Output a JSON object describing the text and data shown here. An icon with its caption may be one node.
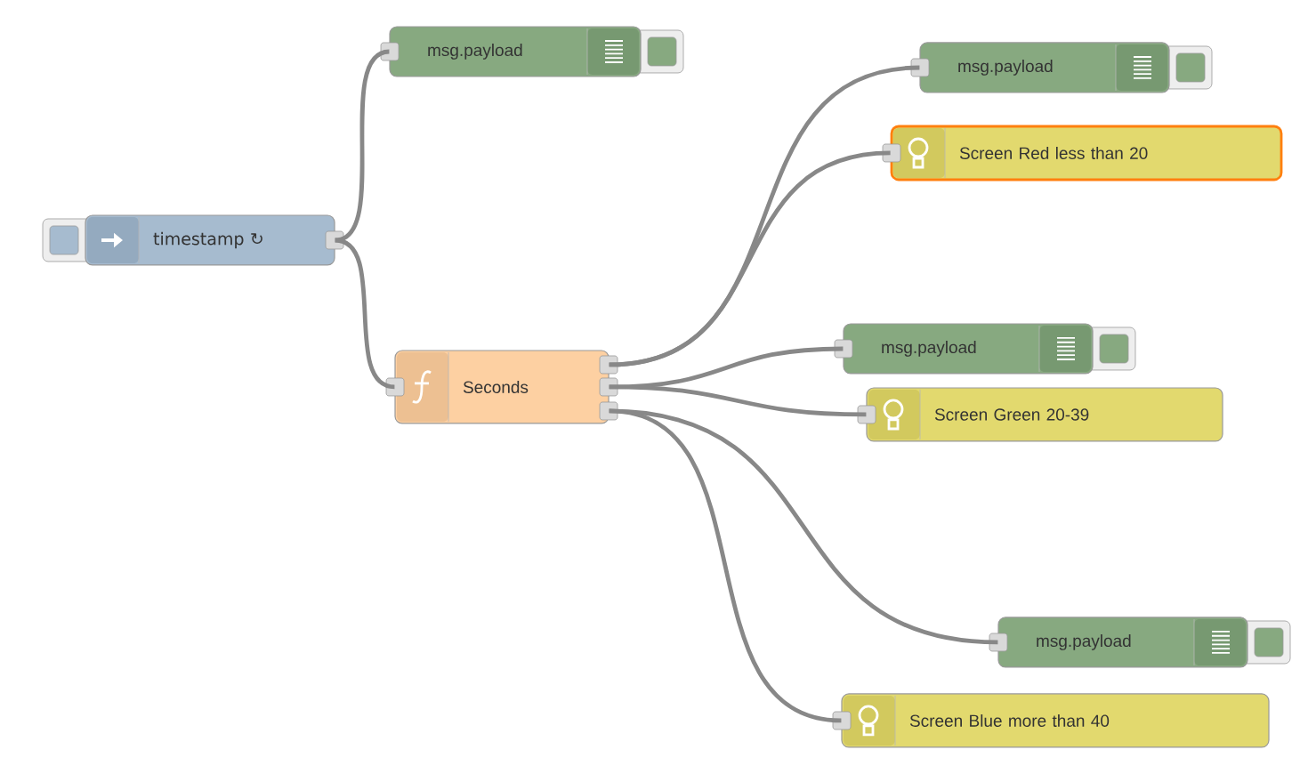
{
  "diagram": {
    "nodes": [
      {
        "text": [
          "timestamp ↻"
        ]
      },
      {
        "text": [
          "msg.payload"
        ]
      },
      {
        "text": [
          "Seconds"
        ]
      },
      {
        "text": [
          "msg.payload"
        ]
      },
      {
        "text": [
          "Screen Red less than 20"
        ]
      },
      {
        "text": [
          "msg.payload"
        ]
      },
      {
        "text": [
          "Screen Green 20-39"
        ]
      },
      {
        "text": [
          "msg.payload"
        ]
      },
      {
        "text": [
          "Screen Blue more than 40"
        ]
      }
    ],
    "edges": [
      {
        "from": 0,
        "to": 1,
        "arrow": "none"
      },
      {
        "from": 0,
        "to": 2,
        "arrow": "none"
      },
      {
        "from": 2,
        "to": 3,
        "arrow": "none"
      },
      {
        "from": 2,
        "to": 4,
        "arrow": "none"
      },
      {
        "from": 2,
        "to": 5,
        "arrow": "none"
      },
      {
        "from": 2,
        "to": 6,
        "arrow": "none"
      },
      {
        "from": 2,
        "to": 7,
        "arrow": "none"
      },
      {
        "from": 2,
        "to": 8,
        "arrow": "none"
      }
    ]
  }
}
